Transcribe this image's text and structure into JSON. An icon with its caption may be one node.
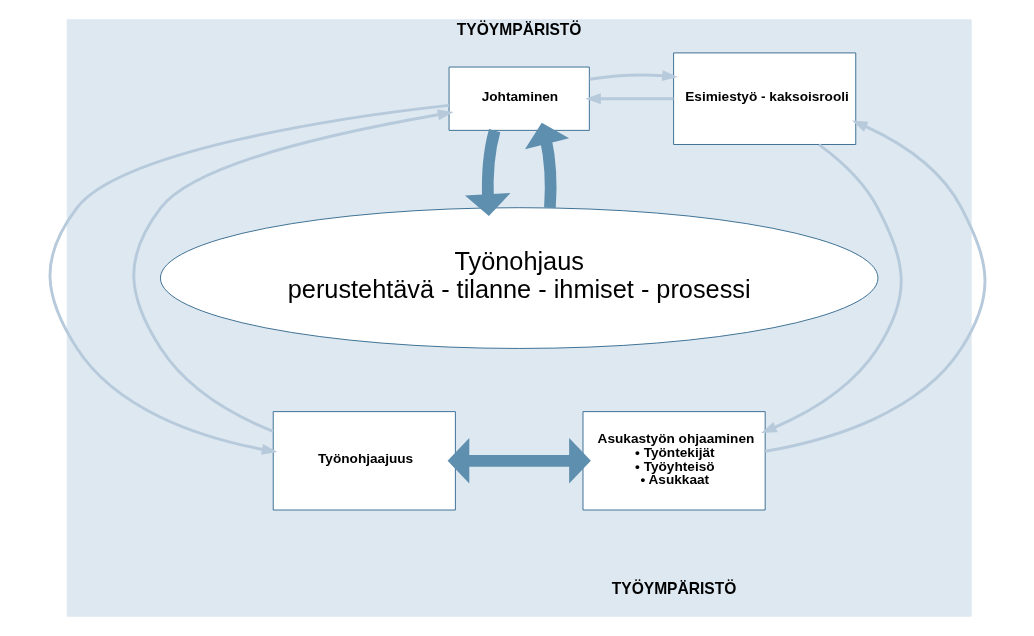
{
  "diagram": {
    "nodes": [
      {
        "text": [
          "TYÖYMPÄRISTÖ",
          "TYÖYMPÄRISTÖ"
        ]
      },
      {
        "text": [
          "Esimiestyö - kaksoisrooli"
        ],
        "in": 0
      },
      {
        "text": [
          "Johtaminen"
        ],
        "in": 0
      },
      {
        "text": [
          "Työnohjaus",
          "perustehtävä - tilanne - ihmiset - prosessi"
        ],
        "in": 0
      },
      {
        "text": [
          "Asukastyön ohjaaminen",
          "• Työntekijät",
          "• Työyhteisö",
          "• Asukkaat"
        ],
        "in": 0
      },
      {
        "text": [
          "Työnohjaajuus"
        ],
        "in": 0
      }
    ],
    "edges": [
      {
        "from": 1,
        "to": 2,
        "arrow": "to"
      },
      {
        "from": 2,
        "to": 1,
        "arrow": "to"
      },
      {
        "from": 4,
        "to": 1,
        "arrow": "to"
      },
      {
        "from": 1,
        "to": 4,
        "arrow": "to"
      },
      {
        "from": 3,
        "to": 2,
        "arrow": "to",
        "style": "thick",
        "color": "#5f8fae"
      },
      {
        "from": 2,
        "to": 3,
        "arrow": "to",
        "style": "thick",
        "color": "#5f8fae"
      },
      {
        "from": 2,
        "to": 5,
        "arrow": "to"
      },
      {
        "from": 5,
        "to": 2,
        "arrow": "to"
      },
      {
        "from": 4,
        "to": 5,
        "arrow": "both",
        "style": "thick",
        "color": "#5f8fae"
      }
    ]
  }
}
